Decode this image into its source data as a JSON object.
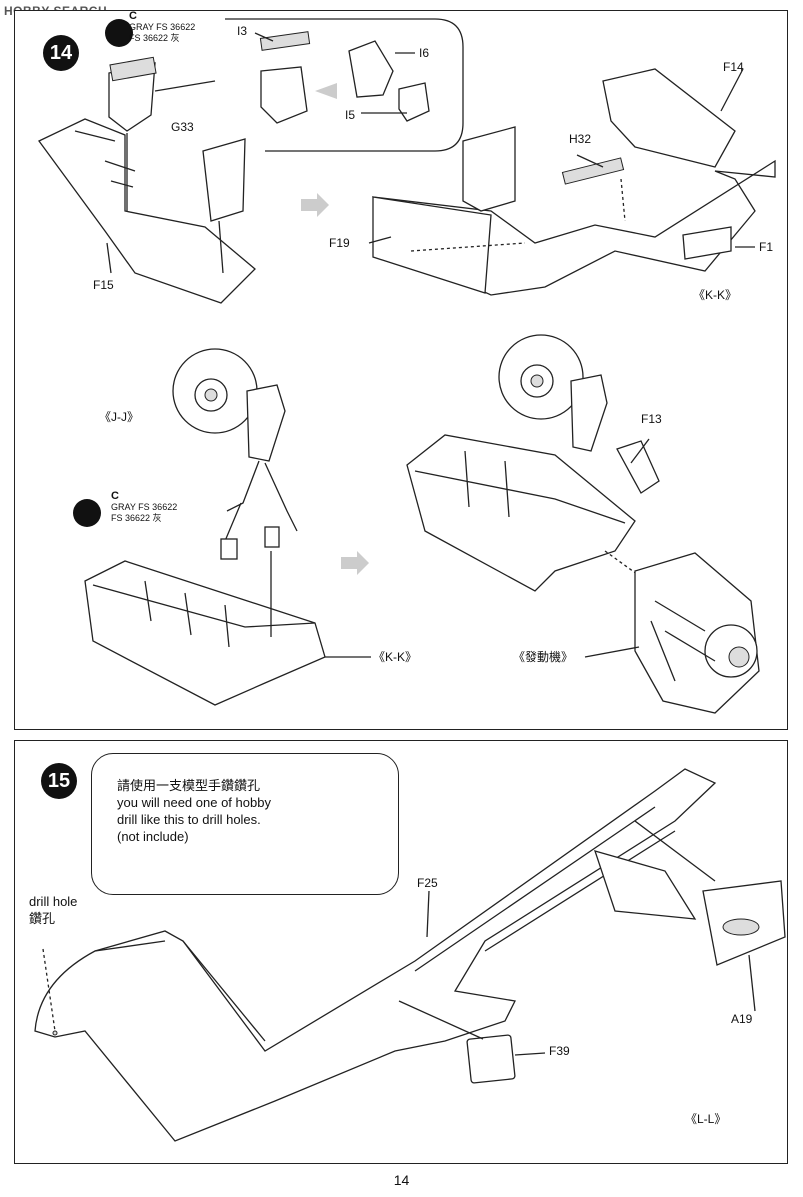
{
  "watermark": "HOBBY SEARCH",
  "page_number": "14",
  "step14": {
    "number": "14",
    "paint_top": {
      "code": "C",
      "line1": "GRAY FS 36622",
      "line2": "FS 36622 灰"
    },
    "paint_mid": {
      "code": "C",
      "line1": "GRAY FS 36622",
      "line2": "FS 36622 灰"
    },
    "parts": {
      "i3": "I3",
      "i6": "I6",
      "i5": "I5",
      "g33": "G33",
      "f15": "F15",
      "f14": "F14",
      "h32": "H32",
      "f19": "F19",
      "f1": "F1",
      "f13": "F13"
    },
    "refs": {
      "kk_top": "《K-K》",
      "jj": "《J-J》",
      "kk_mid": "《K-K》",
      "engine": "《發動機》"
    }
  },
  "step15": {
    "number": "15",
    "note_zh": "請使用一支模型手鑽鑽孔",
    "note_en1": "you will need one of hobby",
    "note_en2": "drill like this to drill holes.",
    "note_en3": "(not include)",
    "drill_hole_en": "drill hole",
    "drill_hole_zh": "鑽孔",
    "parts": {
      "f25": "F25",
      "f39": "F39",
      "a19": "A19"
    },
    "ref_ll": "《L-L》"
  }
}
